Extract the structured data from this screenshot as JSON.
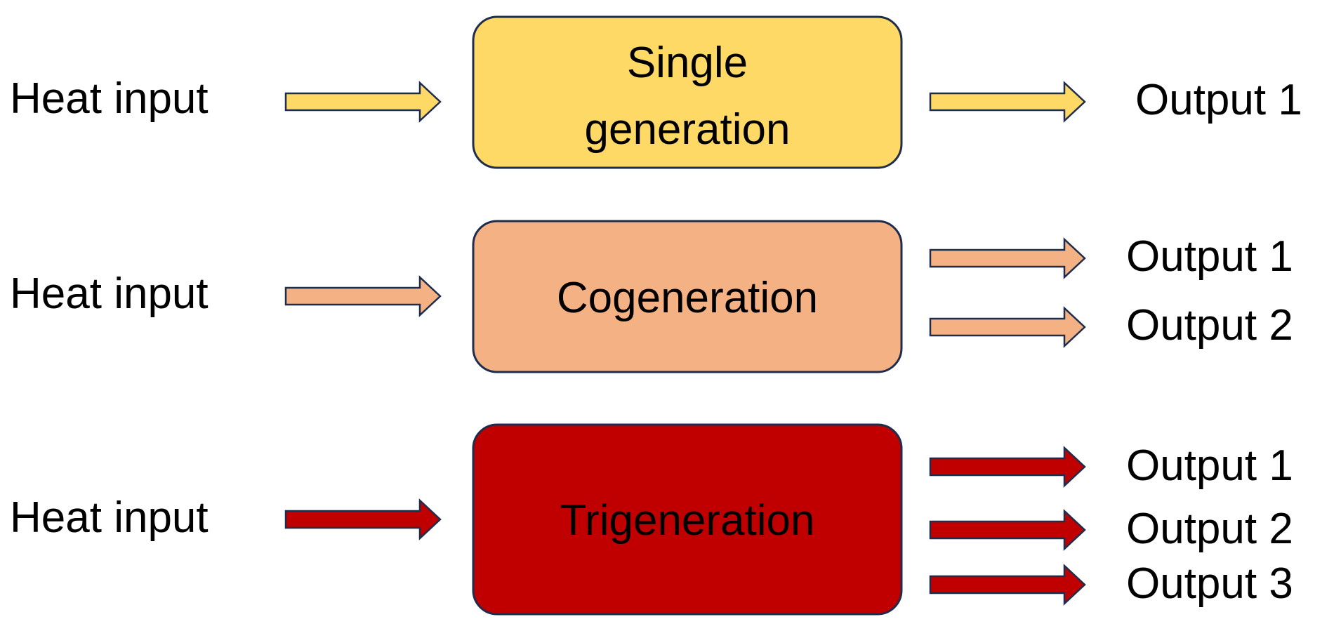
{
  "rows": [
    {
      "input_label": "Heat input",
      "box_lines": [
        "Single",
        "generation"
      ],
      "box_fill": "#FFD966",
      "arrow_fill": "#FFD966",
      "text_color": "#000000",
      "outputs": [
        "Output 1"
      ]
    },
    {
      "input_label": "Heat input",
      "box_lines": [
        "Cogeneration"
      ],
      "box_fill": "#F4B183",
      "arrow_fill": "#F4B183",
      "text_color": "#000000",
      "outputs": [
        "Output 1",
        "Output 2"
      ]
    },
    {
      "input_label": "Heat input",
      "box_lines": [
        "Trigeneration"
      ],
      "box_fill": "#C00000",
      "arrow_fill": "#C00000",
      "text_color": "#000000",
      "outputs": [
        "Output 1",
        "Output 2",
        "Output 3"
      ]
    }
  ],
  "stroke_color": "#1F2D4D"
}
